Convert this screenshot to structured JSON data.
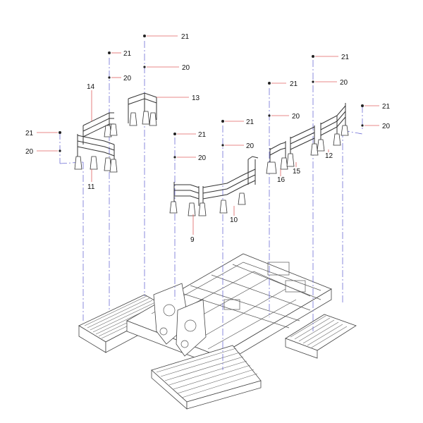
{
  "callouts": {
    "c21_top": "21",
    "c20_top": "20",
    "c13": "13",
    "c21_a": "21",
    "c20_a": "20",
    "c14": "14",
    "c21_left": "21",
    "c20_left": "20",
    "c11": "11",
    "c21_mid_l": "21",
    "c20_mid_l": "20",
    "c21_mid": "21",
    "c20_mid": "20",
    "c9": "9",
    "c10": "10",
    "c21_r1": "21",
    "c20_r1": "20",
    "c21_r2": "21",
    "c20_r2": "20",
    "c16": "16",
    "c15": "15",
    "c12": "12",
    "c21_far": "21",
    "c20_far": "20"
  }
}
